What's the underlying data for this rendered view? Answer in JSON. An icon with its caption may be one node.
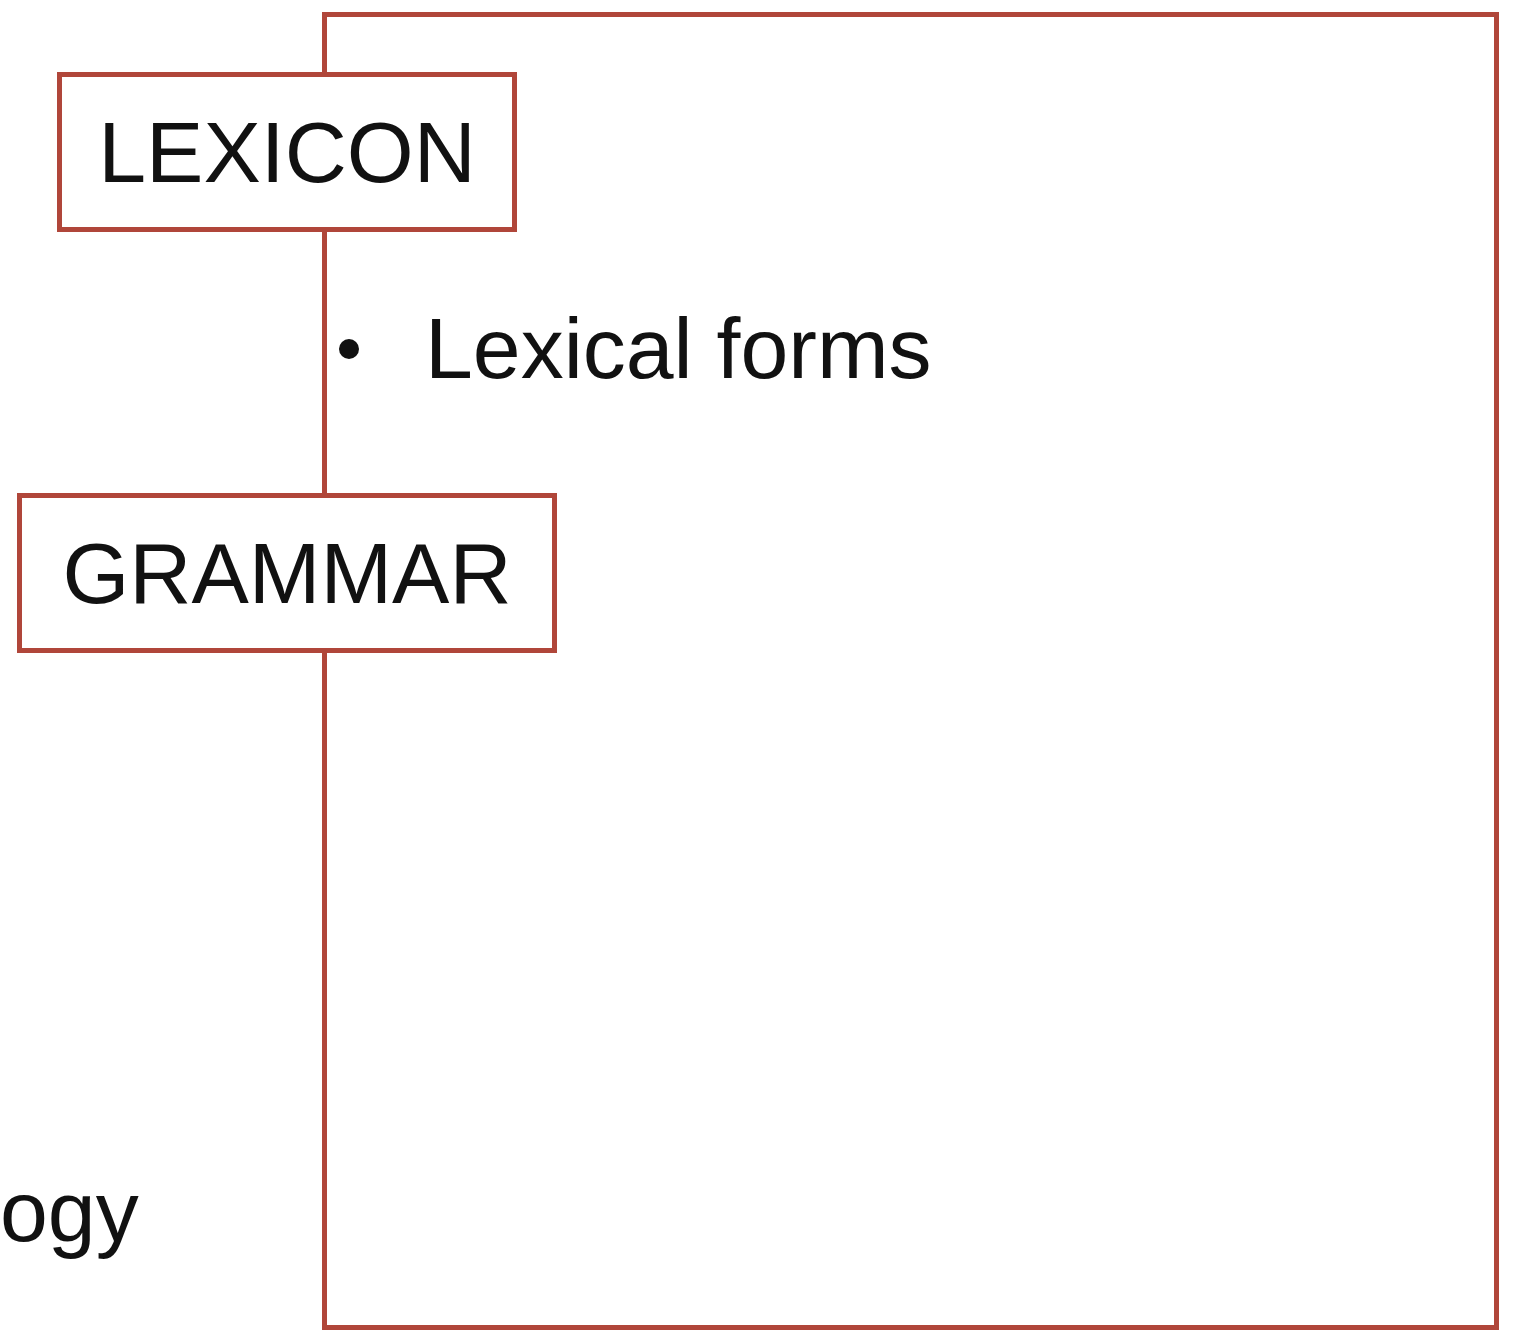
{
  "diagram": {
    "nodes": [
      {
        "text": [
          "Lexical forms"
        ]
      },
      {
        "text": [
          "LEXICON"
        ]
      },
      {
        "text": [
          "GRAMMAR"
        ]
      }
    ],
    "labels": [
      "ogy"
    ]
  }
}
